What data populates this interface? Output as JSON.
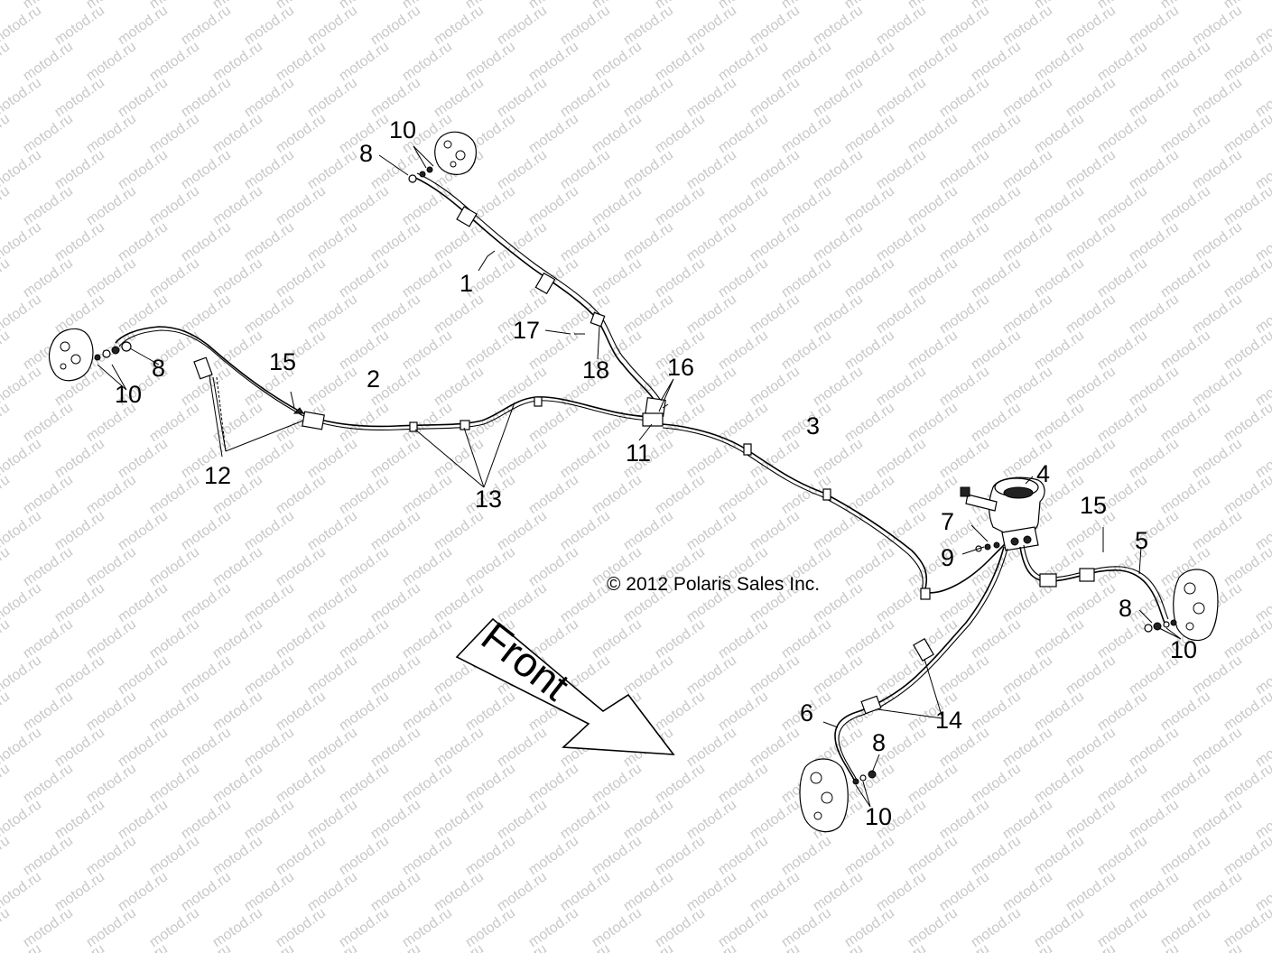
{
  "watermark": "motod.ru",
  "copyright": "© 2012 Polaris Sales Inc.",
  "arrow_label": "Front",
  "callouts": {
    "c1": "1",
    "c2": "2",
    "c3": "3",
    "c4": "4",
    "c5": "5",
    "c6": "6",
    "c7": "7",
    "c8a": "8",
    "c8b": "8",
    "c8c": "8",
    "c8d": "8",
    "c9": "9",
    "c10a": "10",
    "c10b": "10",
    "c10c": "10",
    "c10d": "10",
    "c11": "11",
    "c12": "12",
    "c13": "13",
    "c14": "14",
    "c15a": "15",
    "c15b": "15",
    "c16": "16",
    "c17": "17",
    "c18": "18"
  }
}
